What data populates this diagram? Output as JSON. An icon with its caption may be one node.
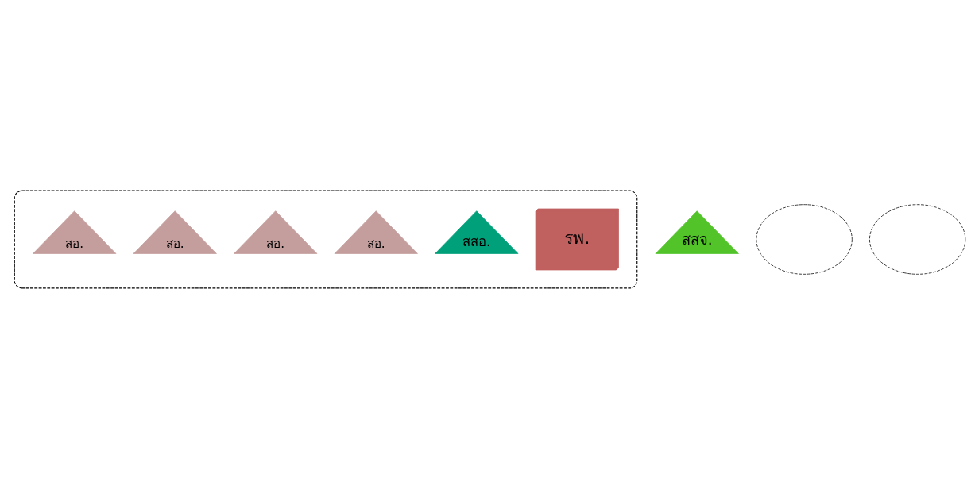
{
  "diagram": {
    "nodes": [
      {
        "text": [],
        "shape": "ellipse"
      },
      {
        "text": [
          "รพ."
        ],
        "in": 0
      },
      {
        "text": [
          "สสอ."
        ],
        "in": 0
      },
      {
        "text": [
          "สอ."
        ],
        "in": 0
      },
      {
        "text": [
          "สอ."
        ],
        "in": 0
      },
      {
        "text": [
          "สอ."
        ],
        "in": 0
      },
      {
        "text": [
          "สอ."
        ],
        "in": 0
      },
      {
        "text": [
          "สสจ."
        ]
      },
      {
        "text": [],
        "shape": "ellipse"
      },
      {
        "text": [],
        "shape": "ellipse"
      }
    ],
    "edges": []
  }
}
